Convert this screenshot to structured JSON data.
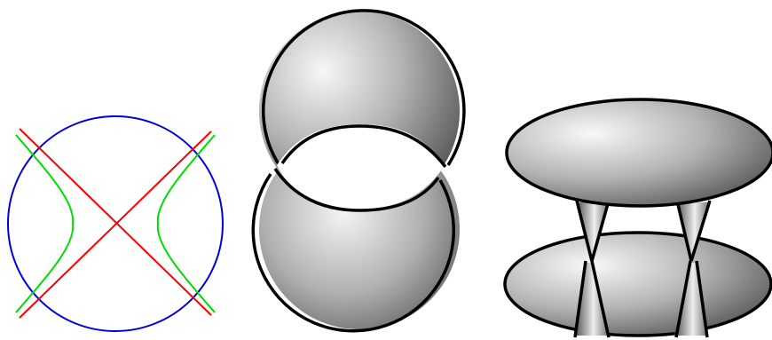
{
  "figure": {
    "panels": [
      {
        "id": "conic-panel",
        "curves": [
          {
            "kind": "circle",
            "color": "#0000dd"
          },
          {
            "kind": "line-pair",
            "color": "#ff0000"
          },
          {
            "kind": "hyperbola",
            "color": "#00dd00"
          }
        ]
      },
      {
        "id": "two-spheres-panel",
        "surfaces": [
          "upper-sphere",
          "lower-sphere"
        ],
        "description_label": ""
      },
      {
        "id": "two-ellipsoids-panel",
        "surfaces": [
          "upper-ellipsoid",
          "lower-ellipsoid",
          "left-neck",
          "right-neck"
        ]
      }
    ],
    "colors": {
      "outline": "#000000",
      "shade_light": "#f4f4f4",
      "shade_dark": "#4a4a4a",
      "background": "#ffffff"
    }
  }
}
